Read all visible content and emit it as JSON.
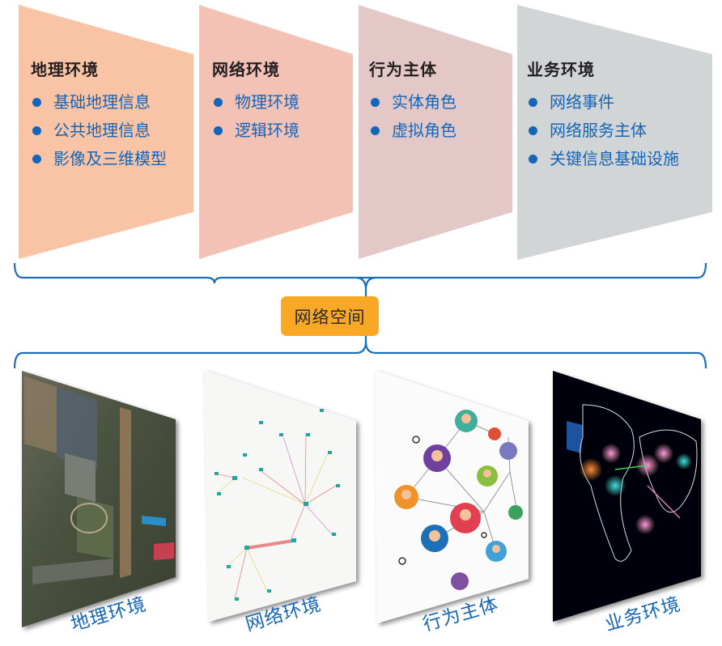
{
  "diagram": {
    "center_node": {
      "label": "网络空间",
      "color": "#f9a825"
    },
    "bracket_color": "#1a6fb8",
    "panels": [
      {
        "title": "地理环境",
        "color": "#f8c4a5",
        "items": [
          "基础地理信息",
          "公共地理信息",
          "影像及三维模型"
        ]
      },
      {
        "title": "网络环境",
        "color": "#f4c1b5",
        "items": [
          "物理环境",
          "逻辑环境"
        ]
      },
      {
        "title": "行为主体",
        "color": "#e4c8c8",
        "items": [
          "实体角色",
          "虚拟角色"
        ]
      },
      {
        "title": "业务环境",
        "color": "#d2d5d6",
        "items": [
          "网络事件",
          "网络服务主体",
          "关键信息基础设施"
        ]
      }
    ],
    "images": [
      {
        "label": "地理环境",
        "content": "aerial-satellite-photo"
      },
      {
        "label": "网络环境",
        "content": "network-topology-diagram"
      },
      {
        "label": "行为主体",
        "content": "people-network-avatars"
      },
      {
        "label": "业务环境",
        "content": "world-map-cyber-attacks"
      }
    ],
    "bullet_color": "#1565b8",
    "text_color": "#1565b8"
  }
}
